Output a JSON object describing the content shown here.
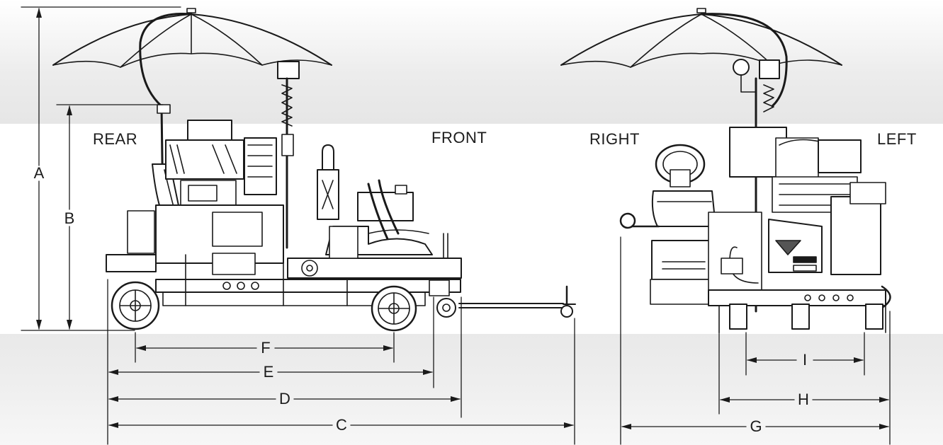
{
  "views": {
    "side": {
      "rear_label": "REAR",
      "front_label": "FRONT"
    },
    "end": {
      "right_label": "RIGHT",
      "left_label": "LEFT"
    }
  },
  "dimensions": {
    "a": "A",
    "b": "B",
    "c": "C",
    "d": "D",
    "e": "E",
    "f": "F",
    "g": "G",
    "h": "H",
    "i": "I"
  },
  "colors": {
    "line": "#1a1a1a",
    "band": "#e8e8e8",
    "background": "#ffffff"
  }
}
